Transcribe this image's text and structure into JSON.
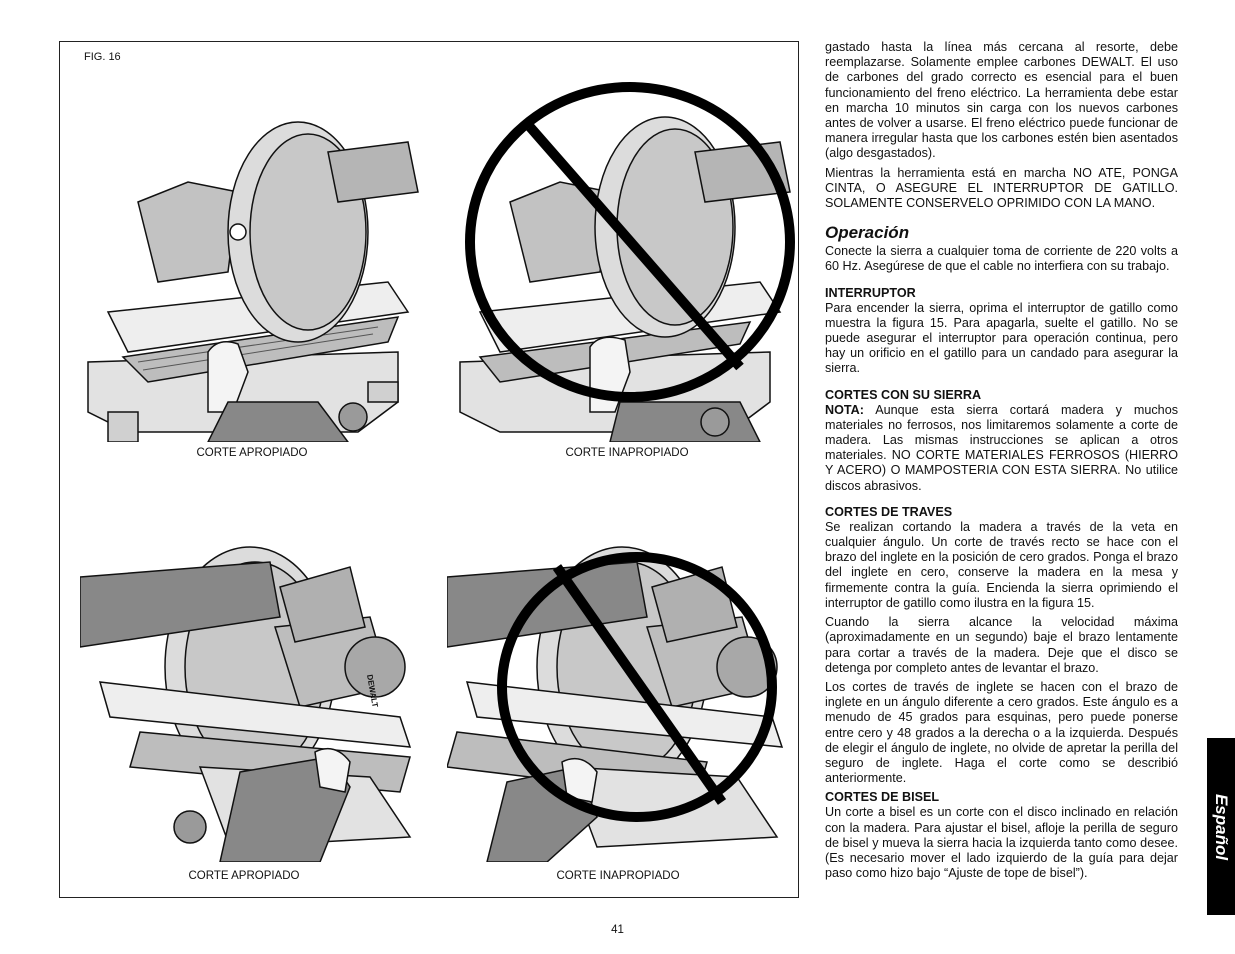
{
  "figure": {
    "label": "FIG. 16",
    "captions": [
      "CORTE APROPIADO",
      "CORTE INAPROPIADO",
      "CORTE APROPIADO",
      "CORTE INAPROPIADO"
    ]
  },
  "text": {
    "p1": "gastado hasta la línea más cercana al resorte, debe reemplazarse. Solamente emplee carbones DEWALT. El uso de carbones del grado correcto es esencial para el buen funcionamiento del freno eléctrico. La herramienta debe estar en marcha 10 minutos sin carga con los nuevos carbones antes de volver a usarse. El freno eléctrico puede funcionar de manera irregular hasta que los carbones estén bien asentados (algo desgastados).",
    "p2": "Mientras la herramienta está en marcha NO ATE, PONGA CINTA, O ASEGURE EL INTERRUPTOR DE GATILLO. SOLAMENTE CONSERVELO OPRIMIDO CON LA MANO.",
    "heading_operacion": "Operación",
    "p3": "Conecte la sierra a cualquier toma de corriente de 220 volts a 60 Hz. Asegúrese de que el cable no interfiera con su trabajo.",
    "heading_interruptor": "INTERRUPTOR",
    "p4": "Para encender la sierra, oprima el interruptor de gatillo como muestra la figura 15. Para apagarla, suelte el gatillo. No se puede asegurar el interruptor para operación continua, pero hay un orificio en el gatillo para un candado para asegurar la sierra.",
    "heading_cortes": "CORTES CON SU SIERRA",
    "nota_label": "NOTA:",
    "p5": " Aunque esta sierra cortará madera y muchos materiales no ferrosos, nos limitaremos solamente a corte de madera. Las mismas instrucciones se aplican a otros materiales. NO CORTE MATERIALES FERROSOS (HIERRO Y ACERO) O MAMPOSTERIA CON ESTA SIERRA. No utilice discos abrasivos.",
    "heading_traves": "CORTES DE TRAVES",
    "p6": "Se realizan cortando la madera a través de la veta en cualquier ángulo. Un corte de través recto se hace con el brazo del inglete en la posición de cero grados. Ponga el brazo del inglete en cero, conserve la madera en la mesa y firmemente contra la guía. Encienda la sierra oprimiendo el interruptor de gatillo como ilustra en la figura 15.",
    "p7": "Cuando la sierra alcance la velocidad máxima (aproximadamente en un segundo) baje el brazo lentamente para cortar a través de la madera. Deje que el disco se detenga por completo antes de levantar el brazo.",
    "p8": "Los cortes de través de inglete se hacen con el brazo de inglete en un ángulo diferente a cero grados. Este ángulo es a menudo de 45 grados para esquinas, pero puede ponerse entre cero y 48 grados a la derecha o a la izquierda. Después de elegir el ángulo de inglete, no olvide de apretar la perilla del seguro de inglete. Haga el corte como se describió anteriormente.",
    "heading_bisel": "CORTES DE BISEL",
    "p9": "Un corte a bisel es un corte con el disco inclinado en relación con la madera. Para ajustar el bisel, afloje la perilla de seguro de bisel y mueva la sierra hacia la izquierda tanto como desee. (Es necesario mover el lado izquierdo de la guía para dejar paso como hizo bajo “Ajuste de tope de bisel”)."
  },
  "page_number": "41",
  "language_tab": "Español",
  "brand_on_tool": "DEWALT"
}
